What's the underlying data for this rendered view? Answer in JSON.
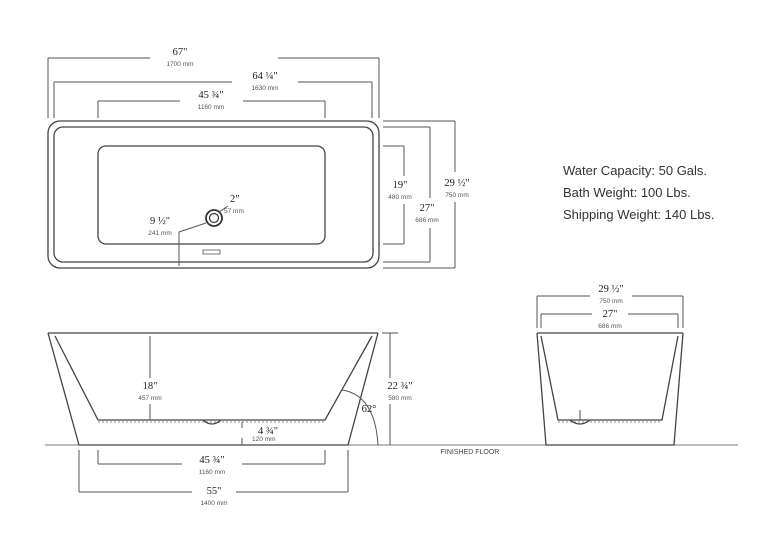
{
  "specs": [
    {
      "label": "Water Capacity:",
      "value": "50 Gals."
    },
    {
      "label": "Bath Weight:",
      "value": "100 Lbs."
    },
    {
      "label": "Shipping Weight:",
      "value": "140 Lbs."
    }
  ],
  "top_view": {
    "overall_length": {
      "in": "67\"",
      "mm": "1700 mm"
    },
    "rim_length": {
      "in": "64 ¼\"",
      "mm": "1630 mm"
    },
    "basin_length": {
      "in": "45 ¾\"",
      "mm": "1160 mm"
    },
    "basin_width": {
      "in": "19\"",
      "mm": "480 mm"
    },
    "rim_width": {
      "in": "27\"",
      "mm": "686 mm"
    },
    "overall_width": {
      "in": "29 ½\"",
      "mm": "750 mm"
    },
    "drain_diameter": {
      "in": "2\"",
      "mm": "57 mm"
    },
    "drain_offset": {
      "in": "9 ½\"",
      "mm": "241 mm"
    }
  },
  "side_view": {
    "interior_depth": {
      "in": "18\"",
      "mm": "457 mm"
    },
    "overall_height": {
      "in": "22 ¾\"",
      "mm": "580 mm"
    },
    "wall_angle": "62°",
    "base_height": {
      "in": "4 ¾\"",
      "mm": "120 mm"
    },
    "bottom_length": {
      "in": "45 ¾\"",
      "mm": "1160 mm"
    },
    "base_length": {
      "in": "55\"",
      "mm": "1400 mm"
    },
    "floor_label": "FINISHED FLOOR"
  },
  "end_view": {
    "overall_width": {
      "in": "29 ½\"",
      "mm": "750 mm"
    },
    "rim_width": {
      "in": "27\"",
      "mm": "686 mm"
    }
  }
}
